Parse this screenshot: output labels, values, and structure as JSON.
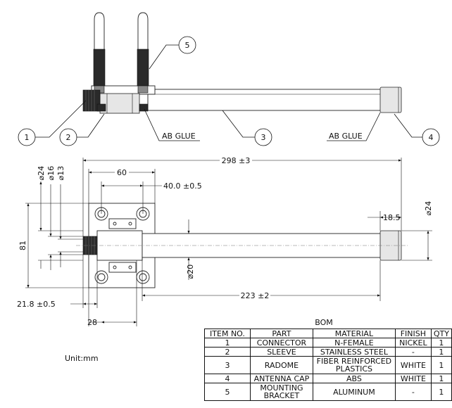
{
  "callouts": [
    "1",
    "2",
    "3",
    "4",
    "5"
  ],
  "notes": {
    "ab_glue_left": "AB GLUE",
    "ab_glue_right": "AB GLUE"
  },
  "dims": {
    "overall": "298 ±3",
    "d60": "60",
    "d40": "40.0 ±0.5",
    "d24_left": "⌀24",
    "d16": "⌀16",
    "d13": "⌀13",
    "d81": "81",
    "d20": "⌀20",
    "d18_5": "18.5",
    "d24_right": "⌀24",
    "d223": "223 ±2",
    "d21_8": "21.8 ±0.5",
    "d28": "28"
  },
  "unit": "Unit:mm",
  "bom": {
    "title": "BOM",
    "headers": [
      "ITEM NO.",
      "PART",
      "MATERIAL",
      "FINISH",
      "QTY"
    ],
    "rows": [
      [
        "1",
        "CONNECTOR",
        "N-FEMALE",
        "NICKEL",
        "1"
      ],
      [
        "2",
        "SLEEVE",
        "STAINLESS STEEL",
        "-",
        "1"
      ],
      [
        "3",
        "RADOME",
        "FIBER REINFORCED PLASTICS",
        "WHITE",
        "1"
      ],
      [
        "4",
        "ANTENNA CAP",
        "ABS",
        "WHITE",
        "1"
      ],
      [
        "5",
        "MOUNTING BRACKET",
        "ALUMINUM",
        "-",
        "1"
      ]
    ]
  }
}
